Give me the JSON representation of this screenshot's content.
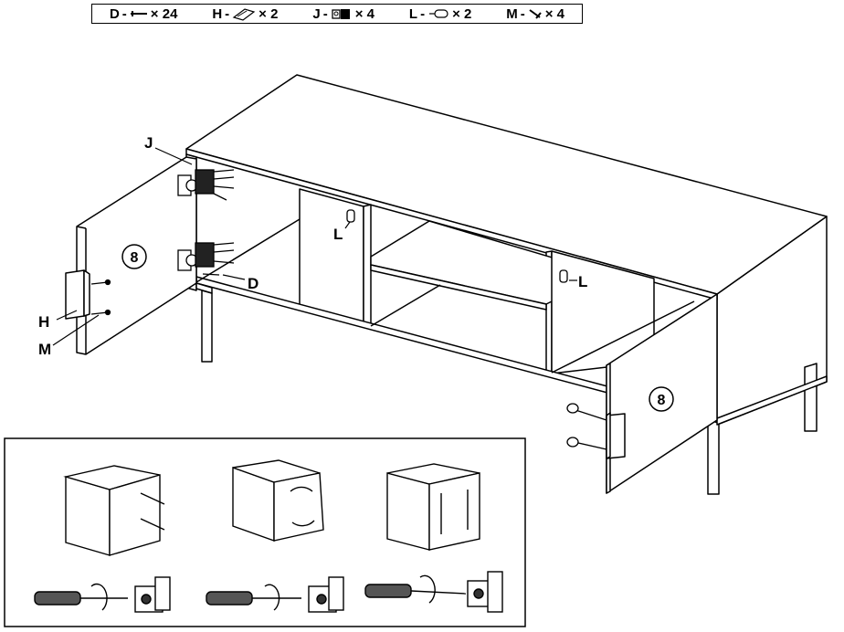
{
  "parts": [
    {
      "letter": "D",
      "qty": "× 24",
      "icon": "screw-icon"
    },
    {
      "letter": "H",
      "qty": "× 2",
      "icon": "handle-icon"
    },
    {
      "letter": "J",
      "qty": "× 4",
      "icon": "hinge-icon"
    },
    {
      "letter": "L",
      "qty": "× 2",
      "icon": "shelf-support-icon"
    },
    {
      "letter": "M",
      "qty": "× 4",
      "icon": "small-screw-icon"
    }
  ],
  "labels": {
    "hinge": "J",
    "screw": "D",
    "handle": "H",
    "handle_screw": "M",
    "support_left": "L",
    "support_right": "L"
  },
  "step_left_door": "8",
  "step_right_door": "8"
}
